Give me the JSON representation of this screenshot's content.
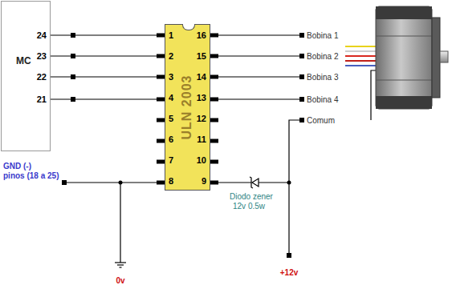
{
  "diagram": {
    "nodes": [
      {
        "text": [
          "MC"
        ]
      },
      {
        "text": [
          "ULN 2003"
        ]
      }
    ],
    "edges": [
      {
        "from": 0,
        "to": 1,
        "arrow": "none"
      },
      {
        "from": 0,
        "to": 1,
        "arrow": "none"
      },
      {
        "from": 0,
        "to": 1,
        "arrow": "none"
      },
      {
        "from": 0,
        "to": 1,
        "arrow": "none"
      }
    ],
    "labels": [
      "24",
      "23",
      "22",
      "21",
      "GND (-)",
      "pinos (18 a 25)",
      "1",
      "2",
      "3",
      "4",
      "5",
      "6",
      "7",
      "8",
      "9",
      "10",
      "11",
      "12",
      "13",
      "14",
      "15",
      "16",
      "Bobina 1",
      "Bobina 2",
      "Bobina 3",
      "Bobina 4",
      "Comum",
      "Diodo zener",
      "12v 0.5w",
      "0v",
      "+12v"
    ]
  }
}
